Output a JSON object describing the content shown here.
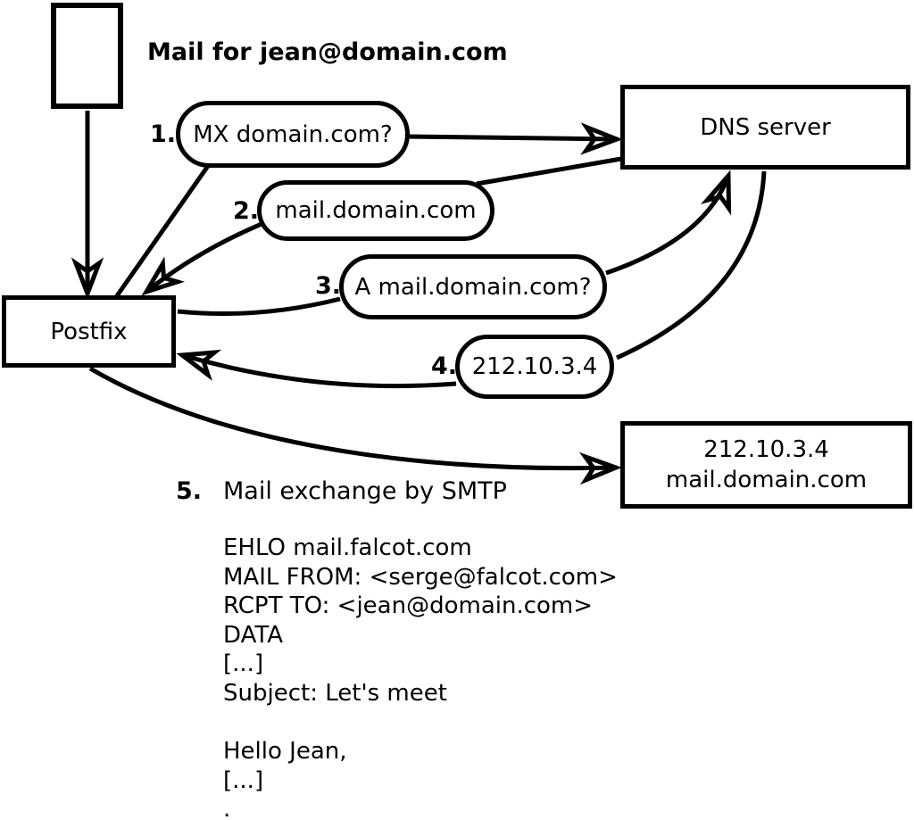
{
  "title": "Mail for jean@domain.com",
  "nodes": {
    "postfix": "Postfix",
    "dns_server": "DNS server",
    "mail_server_line1": "212.10.3.4",
    "mail_server_line2": "mail.domain.com"
  },
  "steps": [
    {
      "num": "1.",
      "label": "MX domain.com?"
    },
    {
      "num": "2.",
      "label": "mail.domain.com"
    },
    {
      "num": "3.",
      "label": "A mail.domain.com?"
    },
    {
      "num": "4.",
      "label": "212.10.3.4"
    },
    {
      "num": "5.",
      "label": "Mail exchange by SMTP"
    }
  ],
  "smtp_session": "EHLO mail.falcot.com\nMAIL FROM: <serge@falcot.com>\nRCPT TO: <jean@domain.com>\nDATA\n[...]\nSubject: Let's meet\n\nHello Jean,\n[...]\n.",
  "colors": {
    "stroke": "#000000",
    "background": "#ffffff"
  }
}
